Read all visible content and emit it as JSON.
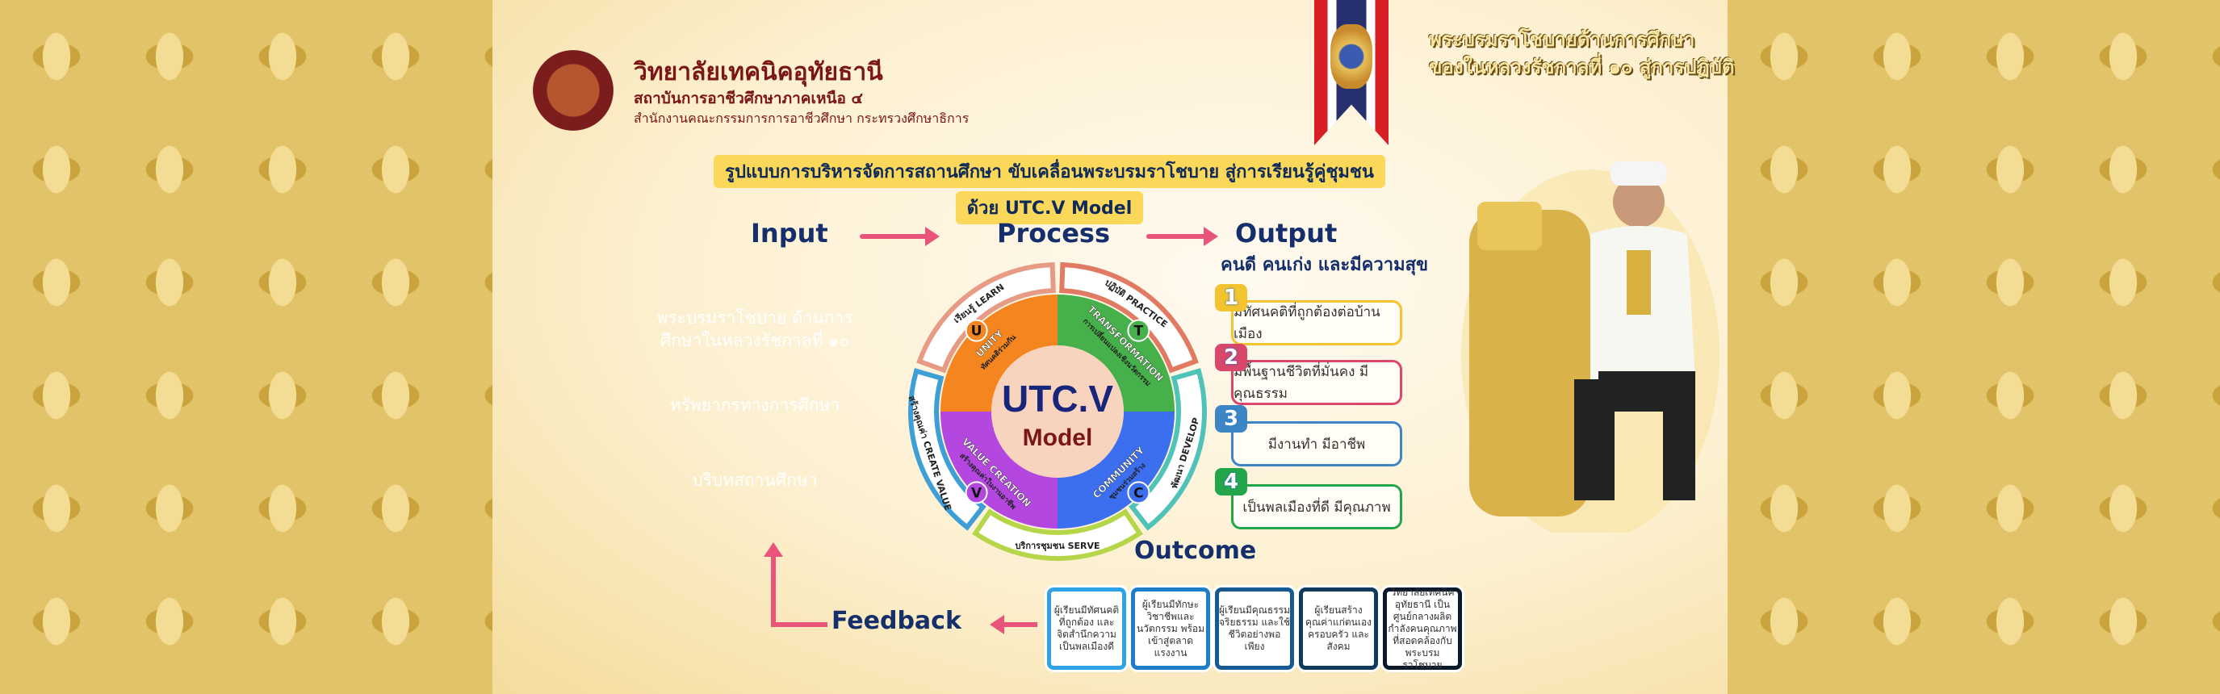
{
  "college": {
    "name": "วิทยาลัยเทคนิคอุทัยธานี",
    "institute": "สถาบันการอาชีวศึกษาภาคเหนือ ๔",
    "office": "สำนักงานคณะกรรมการการอาชีวศึกษา กระทรวงศึกษาธิการ"
  },
  "title": {
    "line1": "รูปแบบการบริหารจัดการสถานศึกษา ขับเคลื่อนพระบรมราโชบาย สู่การเรียนรู้คู่ชุมชน",
    "line2": "ด้วย UTC.V Model"
  },
  "king_title": {
    "line1": "พระบรมราโชบายด้านการศึกษา",
    "line2": "ของในหลวงรัชกาลที่ ๑๐ สู่การปฏิบัติ"
  },
  "headings": {
    "input": "Input",
    "process": "Process",
    "output": "Output",
    "outcome": "Outcome",
    "feedback": "Feedback"
  },
  "inputs": [
    {
      "text": "พระบรมราโชบาย ด้านการศึกษาในหลวงรัชกาลที่ ๑๐",
      "color": "#f0386e"
    },
    {
      "text": "ทรัพยากรทางการศึกษา",
      "color": "#5cc626"
    },
    {
      "text": "บริบทสถานศึกษา",
      "color": "#f4b21a"
    }
  ],
  "wheel": {
    "center_title": "UTC.V",
    "center_sub": "Model",
    "quadrants": [
      {
        "letter": "U",
        "name": "UNITY",
        "thai": "ทัศนคติร่วมกัน",
        "color": "#f5861f"
      },
      {
        "letter": "T",
        "name": "TRANSFORMATION",
        "thai": "การเปลี่ยนแปลงเชิงนวัตกรรม",
        "color": "#46b04a"
      },
      {
        "letter": "C",
        "name": "COMMUNITY",
        "thai": "ชุมชนร่วมสร้าง",
        "color": "#3b6ff0"
      },
      {
        "letter": "V",
        "name": "VALUE CREATION",
        "thai": "สร้างคุณค่าในงานอาชีพ",
        "color": "#b347e0"
      }
    ],
    "ring": [
      "เรียนรู้ LEARN",
      "ปฏิบัติ PRACTICE",
      "พัฒนา DEVELOP",
      "บริการชุมชน SERVE",
      "สร้างคุณค่า CREATE VALUE"
    ]
  },
  "output": {
    "subtitle": "คนดี คนเก่ง และมีความสุข",
    "items": [
      {
        "num": "1",
        "text": "มีทัศนคติที่ถูกต้องต่อบ้านเมือง",
        "color": "#f4c430"
      },
      {
        "num": "2",
        "text": "มีพื้นฐานชีวิตที่มั่นคง มีคุณธรรม",
        "color": "#d9476a"
      },
      {
        "num": "3",
        "text": "มีงานทำ มีอาชีพ",
        "color": "#3d86c6"
      },
      {
        "num": "4",
        "text": "เป็นพลเมืองที่ดี มีคุณภาพ",
        "color": "#23a64a"
      }
    ]
  },
  "outcomes": [
    {
      "text": "ผู้เรียนมีทัศนคติที่ถูกต้อง และจิตสำนึกความเป็นพลเมืองดี",
      "color": "#2fa3e6"
    },
    {
      "text": "ผู้เรียนมีทักษะวิชาชีพและนวัตกรรม พร้อมเข้าสู่ตลาดแรงงาน",
      "color": "#1e7fc8"
    },
    {
      "text": "ผู้เรียนมีคุณธรรม จริยธรรม และใช้ชีวิตอย่างพอเพียง",
      "color": "#155a92"
    },
    {
      "text": "ผู้เรียนสร้างคุณค่าแก่ตนเอง ครอบครัว และสังคม",
      "color": "#0f3a5e"
    },
    {
      "text": "วิทยาลัยเทคนิคอุทัยธานี เป็นศูนย์กลางผลิตกำลังคนคุณภาพ ที่สอดคล้องกับพระบรมราโชบาย",
      "color": "#0b1a2a"
    }
  ]
}
